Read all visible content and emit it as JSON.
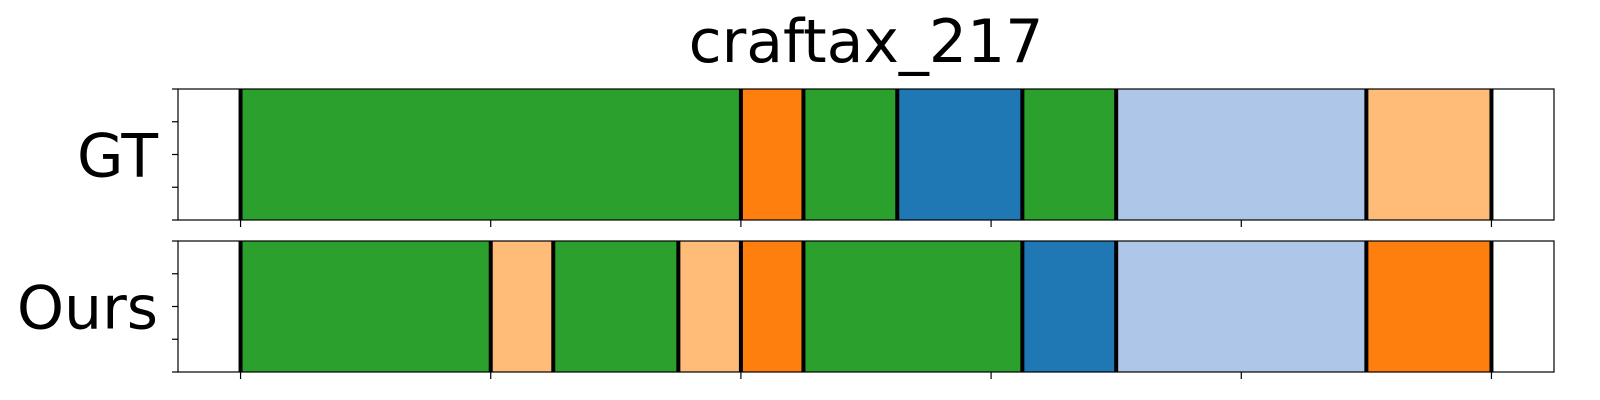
{
  "chart_data": {
    "type": "segmentation-timeline",
    "title": "craftax_217",
    "x_range": [
      0,
      22
    ],
    "x_ticks": [
      1,
      5,
      9,
      13,
      17,
      21
    ],
    "colors": {
      "green": "#2ca02c",
      "orange": "#ff7f0e",
      "blue": "#1f77b4",
      "light_blue": "#aec7e8",
      "light_orange": "#ffbb78"
    },
    "rows": [
      {
        "label": "GT",
        "segments": [
          {
            "start": 1,
            "end": 9,
            "color": "green"
          },
          {
            "start": 9,
            "end": 10,
            "color": "orange"
          },
          {
            "start": 10,
            "end": 11.5,
            "color": "green"
          },
          {
            "start": 11.5,
            "end": 13.5,
            "color": "blue"
          },
          {
            "start": 13.5,
            "end": 15,
            "color": "green"
          },
          {
            "start": 15,
            "end": 19,
            "color": "light_blue"
          },
          {
            "start": 19,
            "end": 21,
            "color": "light_orange"
          }
        ]
      },
      {
        "label": "Ours",
        "segments": [
          {
            "start": 1,
            "end": 5,
            "color": "green"
          },
          {
            "start": 5,
            "end": 6,
            "color": "light_orange"
          },
          {
            "start": 6,
            "end": 8,
            "color": "green"
          },
          {
            "start": 8,
            "end": 9,
            "color": "light_orange"
          },
          {
            "start": 9,
            "end": 10,
            "color": "orange"
          },
          {
            "start": 10,
            "end": 13.5,
            "color": "green"
          },
          {
            "start": 13.5,
            "end": 15,
            "color": "blue"
          },
          {
            "start": 15,
            "end": 19,
            "color": "light_blue"
          },
          {
            "start": 19,
            "end": 21,
            "color": "orange"
          }
        ]
      }
    ]
  }
}
